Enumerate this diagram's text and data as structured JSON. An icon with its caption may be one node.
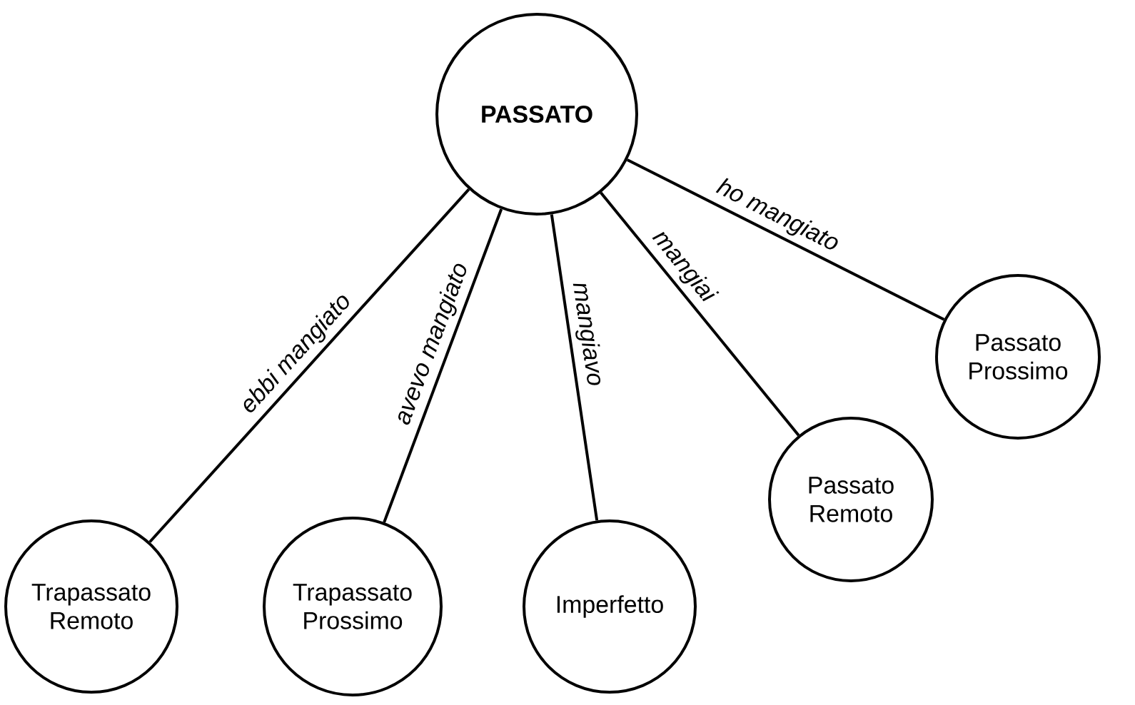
{
  "diagram": {
    "nodes": [
      {
        "text": [
          "PASSATO"
        ]
      },
      {
        "text": [
          "Passato Prossimo"
        ]
      },
      {
        "text": [
          "Passato Remoto"
        ]
      },
      {
        "text": [
          "Trapassato Remoto"
        ]
      },
      {
        "text": [
          "Trapassato Prossimo"
        ]
      },
      {
        "text": [
          "Imperfetto"
        ]
      }
    ],
    "edges": [
      {
        "from": 0,
        "to": 1,
        "arrow": "none",
        "label": "ho mangiato"
      },
      {
        "from": 0,
        "to": 2,
        "arrow": "none",
        "label": "mangiai"
      },
      {
        "from": 0,
        "to": 5,
        "arrow": "none",
        "label": "mangiavo"
      },
      {
        "from": 0,
        "to": 4,
        "arrow": "none",
        "label": "avevo mangiato"
      },
      {
        "from": 0,
        "to": 3,
        "arrow": "none",
        "label": "ebbi mangiato"
      }
    ]
  }
}
